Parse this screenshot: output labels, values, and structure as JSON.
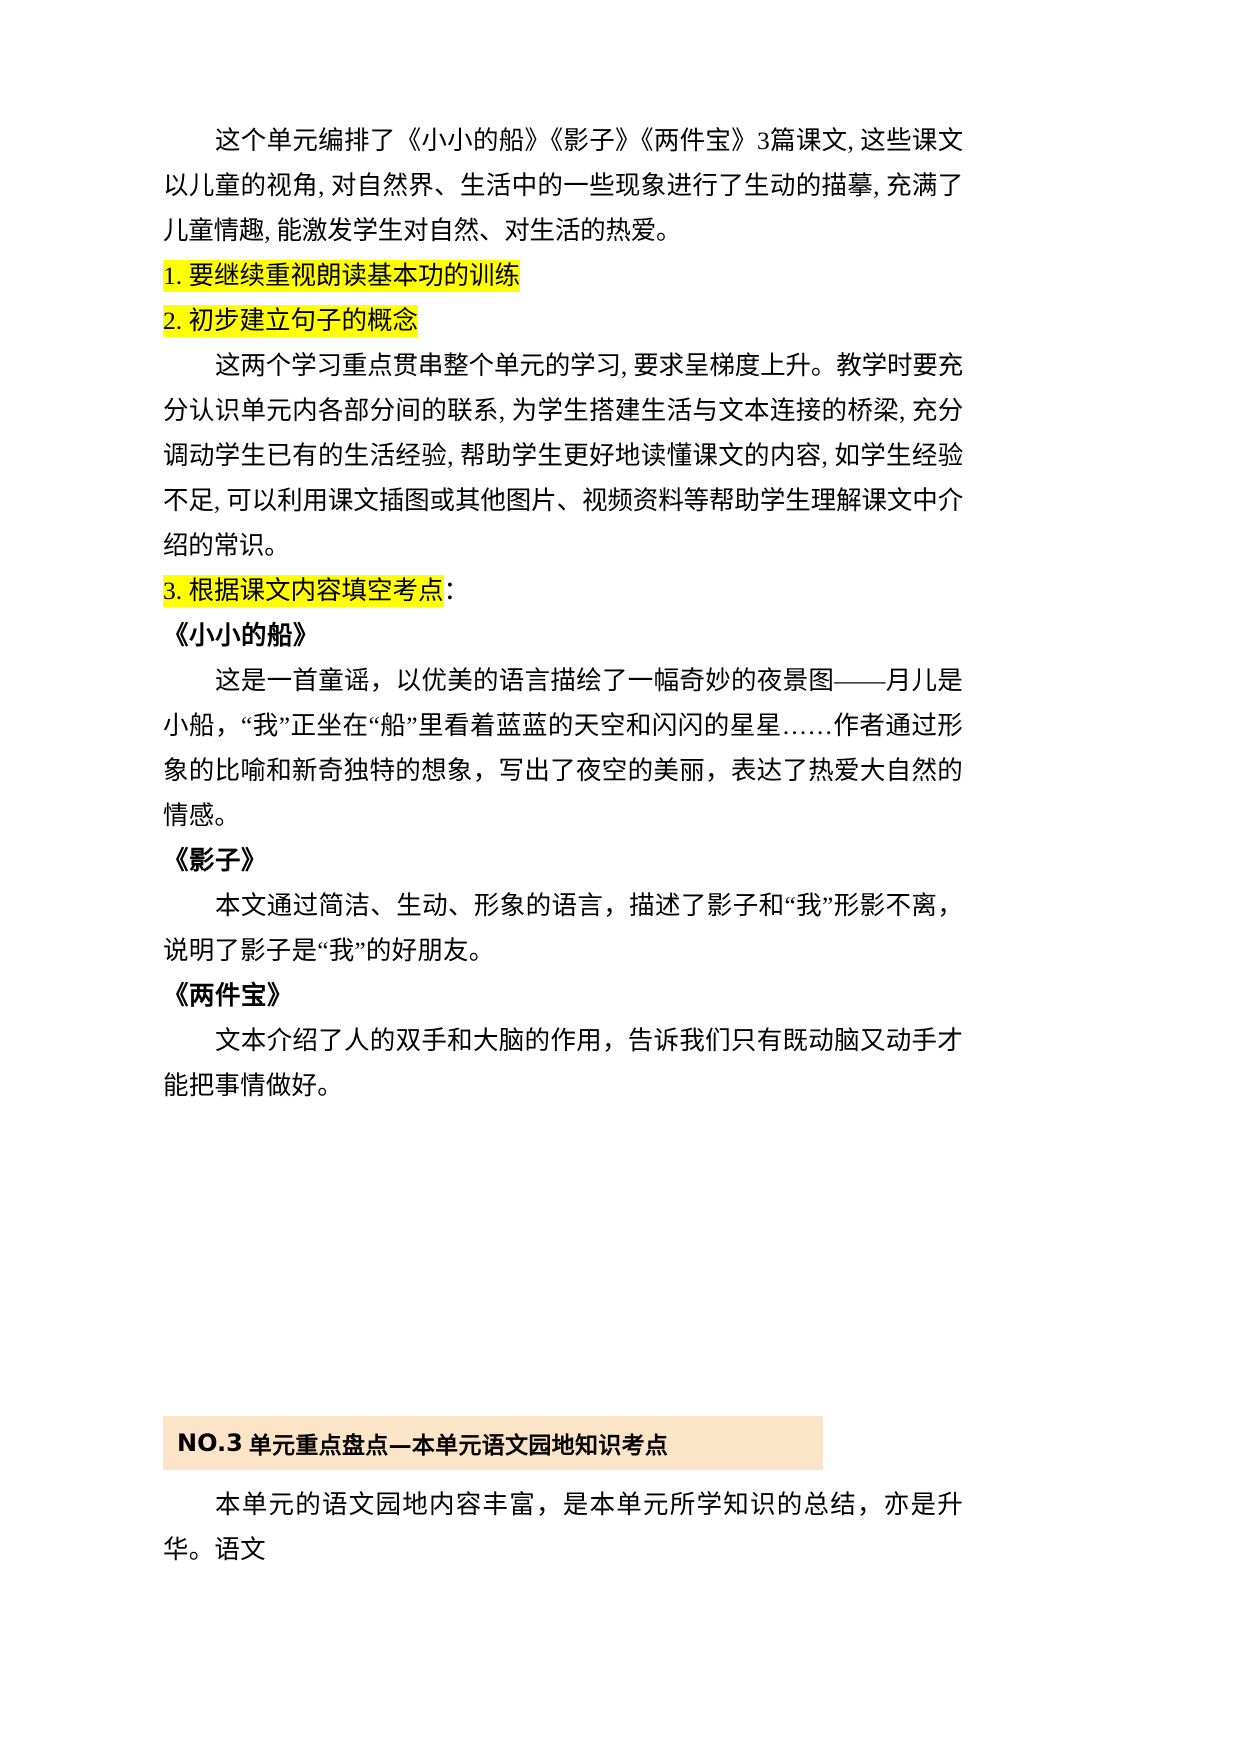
{
  "document": {
    "paragraphs": [
      {
        "id": "p-intro",
        "text": "这个单元编排了《小小的船》《影子》《两件宝》3篇课文, 这些课文以儿童的视角, 对自然界、生活中的一些现象进行了生动的描摹, 充满了儿童情趣, 能激发学生对自然、对生活的热爱。"
      }
    ],
    "highlighted_points": [
      {
        "id": "point-1",
        "text": "1. 要继续重视朗读基本功的训练",
        "trailing": "",
        "highlight_color": "#ffff00"
      },
      {
        "id": "point-2",
        "text": "2. 初步建立句子的概念",
        "trailing": "",
        "highlight_color": "#ffff00"
      },
      {
        "id": "point-3",
        "text": "3. 根据课文内容填空考点",
        "trailing": "：",
        "highlight_color": "#ffff00"
      }
    ],
    "teaching_paragraph": "这两个学习重点贯串整个单元的学习, 要求呈梯度上升。教学时要充分认识单元内各部分间的联系, 为学生搭建生活与文本连接的桥梁, 充分调动学生已有的生活经验, 帮助学生更好地读懂课文的内容, 如学生经验不足, 可以利用课文插图或其他图片、视频资料等帮助学生理解课文中介绍的常识。",
    "lessons": [
      {
        "title": "《小小的船》",
        "body": "这是一首童谣，以优美的语言描绘了一幅奇妙的夜景图——月儿是小船，“我”正坐在“船”里看着蓝蓝的天空和闪闪的星星……作者通过形象的比喻和新奇独特的想象，写出了夜空的美丽，表达了热爱大自然的情感。"
      },
      {
        "title": "《影子》",
        "body": "本文通过简洁、生动、形象的语言，描述了影子和“我”形影不离，说明了影子是“我”的好朋友。"
      },
      {
        "title": "《两件宝》",
        "body": "文本介绍了人的双手和大脑的作用，告诉我们只有既动脑又动手才能把事情做好。"
      }
    ],
    "banner": {
      "number": "NO.3",
      "title": "单元重点盘点—本单元语文园地知识考点",
      "background_color": "#fbe4c8"
    },
    "closing_paragraph": "本单元的语文园地内容丰富，是本单元所学知识的总结，亦是升华。语文"
  }
}
